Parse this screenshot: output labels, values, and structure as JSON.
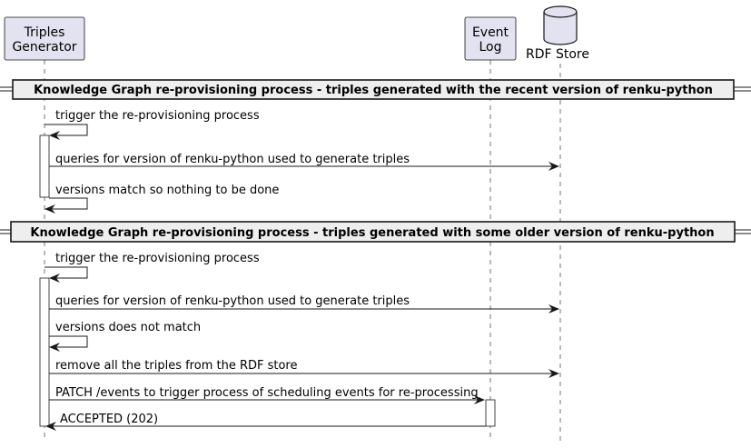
{
  "participants": {
    "tg": {
      "line1": "Triples",
      "line2": "Generator"
    },
    "el": {
      "line1": "Event",
      "line2": "Log"
    },
    "rdf": {
      "label": "RDF Store"
    }
  },
  "dividers": [
    "Knowledge Graph re-provisioning process - triples generated with the recent version of renku-python",
    "Knowledge Graph re-provisioning process - triples generated with some older version of renku-python"
  ],
  "messages": [
    "trigger the re-provisioning process",
    "queries for version of renku-python used to generate triples",
    "versions match so nothing to be done",
    "trigger the re-provisioning process",
    "queries for version of renku-python used to generate triples",
    "versions does not match",
    "remove all the triples from the RDF store",
    "PATCH /events to trigger process of scheduling events for re-processing",
    "ACCEPTED (202)"
  ],
  "colors": {
    "participant_fill": "#E2E2F0",
    "participant_border": "#181818",
    "divider_fill": "#EEEEEE",
    "lifeline": "#181818"
  }
}
